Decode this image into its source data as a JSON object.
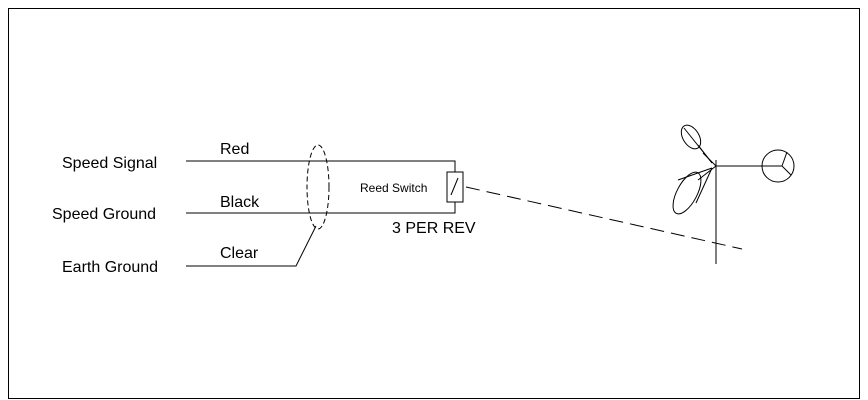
{
  "terminals": {
    "speed_signal": "Speed Signal",
    "speed_ground": "Speed Ground",
    "earth_ground": "Earth Ground"
  },
  "wires": {
    "red": "Red",
    "black": "Black",
    "clear": "Clear"
  },
  "switch": {
    "label": "Reed Switch",
    "rate": "3 PER REV"
  }
}
